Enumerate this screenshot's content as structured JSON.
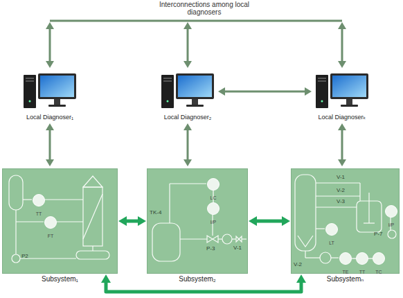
{
  "diagram": {
    "nodes": [
      {
        "text": [
          "Local Diagnoser₁"
        ]
      },
      {
        "text": [
          "Local Diagnoser₂"
        ]
      },
      {
        "text": [
          "Local Diagnoserₖ"
        ]
      },
      {
        "text": [
          "Subsystem₁"
        ]
      },
      {
        "text": [
          "TT"
        ],
        "in": 3
      },
      {
        "text": [
          "FT"
        ],
        "in": 3
      },
      {
        "text": [
          "Subsystem₂"
        ]
      },
      {
        "text": [
          "LC"
        ],
        "in": 6
      },
      {
        "text": [
          "I/P"
        ],
        "in": 6
      },
      {
        "text": [
          "Subsystemₙ"
        ]
      },
      {
        "text": [
          "I/P"
        ],
        "in": 9
      },
      {
        "text": [
          "LT"
        ],
        "in": 9
      },
      {
        "text": [
          "TE"
        ],
        "in": 9
      },
      {
        "text": [
          "TT"
        ],
        "in": 9
      },
      {
        "text": [
          "TC"
        ],
        "in": 9
      }
    ],
    "edges": [
      {
        "from": 1,
        "to": 2,
        "arrow": "both"
      },
      {
        "from": 0,
        "to": 3,
        "arrow": "both"
      },
      {
        "from": 1,
        "to": 6,
        "arrow": "both"
      },
      {
        "from": 2,
        "to": 9,
        "arrow": "both"
      },
      {
        "from": 3,
        "to": 6,
        "arrow": "both"
      },
      {
        "from": 6,
        "to": 9,
        "arrow": "both"
      },
      {
        "from": 3,
        "to": 9,
        "arrow": "both"
      },
      {
        "from": 7,
        "to": 8,
        "arrow": "none"
      },
      {
        "from": 12,
        "to": 13,
        "arrow": "none"
      },
      {
        "from": 13,
        "to": 14,
        "arrow": "none"
      }
    ],
    "labels": [
      "Interconnections among local diagnosers",
      "P2",
      "TK-4",
      "P-3",
      "V-1",
      "V-1",
      "V-2",
      "V-3",
      "P-7",
      "V-2"
    ]
  }
}
